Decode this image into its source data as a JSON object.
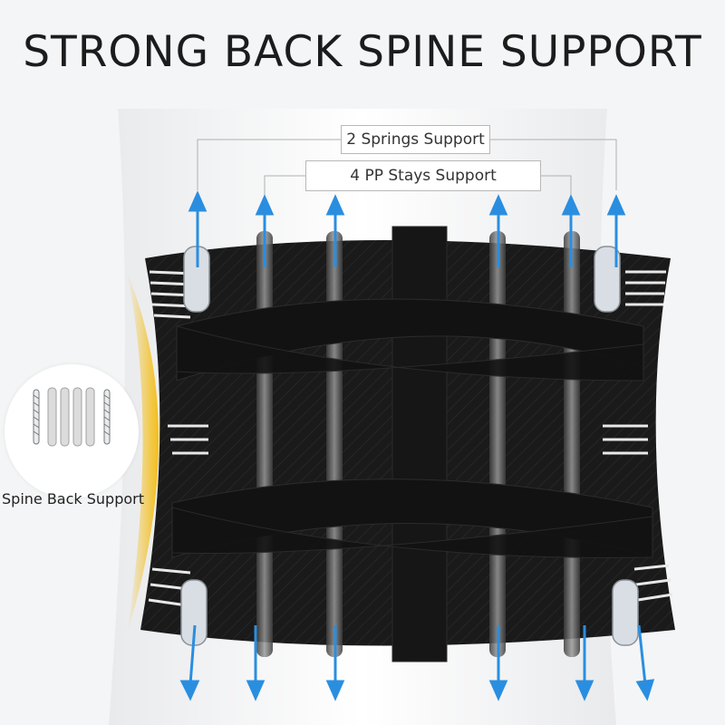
{
  "headline": "STRONG BACK SPINE SUPPORT",
  "labels": {
    "springs": "2 Springs Support",
    "stays": "4 PP Stays Support"
  },
  "inset": {
    "caption": "Spine Back Support"
  },
  "colors": {
    "arrow": "#2a8ee0",
    "belt": "#141414",
    "accent_glow": "#f5b800",
    "background": "#f4f5f6"
  },
  "icons": [
    "arrow-up-icon",
    "arrow-down-icon",
    "spring-icon",
    "stay-icon"
  ]
}
